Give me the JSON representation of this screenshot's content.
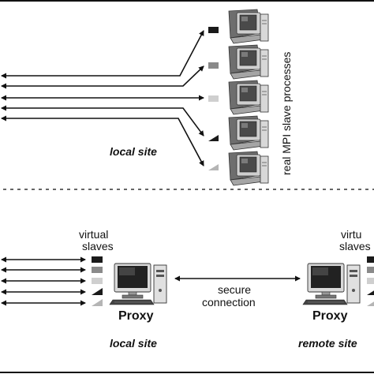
{
  "top_section": {
    "vertical_label": "real MPI slave processes",
    "site_label": "local site"
  },
  "bottom_section": {
    "left": {
      "slaves_label_line1": "virtual",
      "slaves_label_line2": "slaves",
      "proxy_label": "Proxy",
      "site_label": "local site"
    },
    "connection_label_line1": "secure",
    "connection_label_line2": "connection",
    "right": {
      "slaves_label_line1": "virtu",
      "slaves_label_line2": "slaves",
      "proxy_label": "Proxy",
      "site_label": "remote site"
    }
  },
  "slave_markers": [
    "black-square",
    "gray-square",
    "light-gray-square",
    "black-triangle",
    "gray-triangle"
  ],
  "colors": {
    "marker_black": "#1a1a1a",
    "marker_gray": "#8a8a8a",
    "marker_light": "#cfcfcf",
    "marker_triangle_gray": "#b5b5b5"
  }
}
